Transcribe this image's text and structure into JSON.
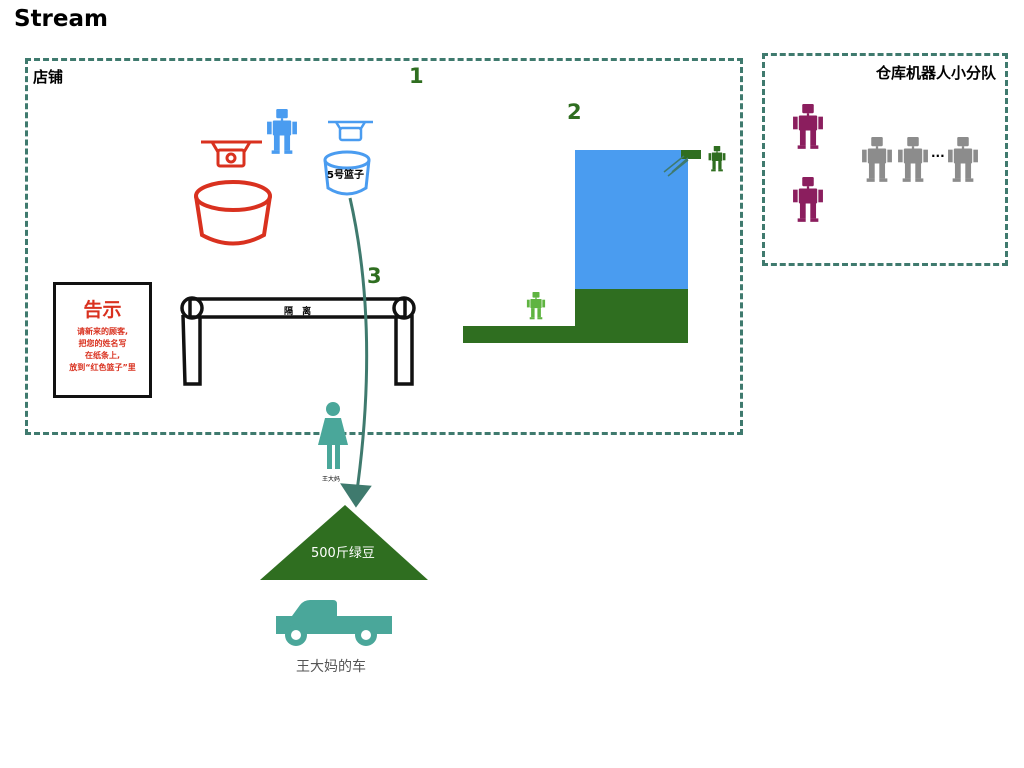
{
  "title": "Stream",
  "store": {
    "label": "店铺"
  },
  "team": {
    "label": "仓库机器人小分队",
    "ellipsis": "..."
  },
  "steps": [
    "1",
    "2",
    "3"
  ],
  "notice": {
    "title": "告示",
    "lines": [
      "请新来的顾客,",
      "把您的姓名写",
      "在纸条上,",
      "放到“红色篮子”里"
    ]
  },
  "barrier_label": "隔 离",
  "basket_label": "5号篮子",
  "mound_label": "500斤绿豆",
  "person_label": "王大妈",
  "car_label": "王大妈的车",
  "colors": {
    "red": "#d9311f",
    "blue": "#4a9cf0",
    "dark_green": "#2f6e20",
    "light_green": "#5fb441",
    "magenta": "#8b1e5e",
    "gray": "#8c8c8c",
    "teal": "#4aa79a",
    "dashed": "#3f7a6e"
  }
}
